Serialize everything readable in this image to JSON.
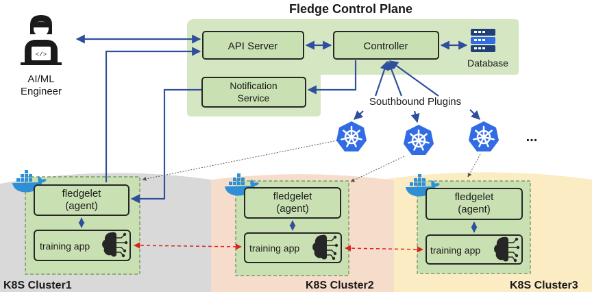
{
  "title": "Fledge Control Plane",
  "user": {
    "label_line1": "AI/ML",
    "label_line2": "Engineer"
  },
  "control_plane": {
    "api_server": "API Server",
    "controller": "Controller",
    "notification_line1": "Notification",
    "notification_line2": "Service",
    "database": "Database"
  },
  "southbound_plugins": "Southbound Plugins",
  "more_indicator": "...",
  "clusters": [
    {
      "name": "K8S Cluster1",
      "agent_line1": "fledgelet",
      "agent_line2": "(agent)",
      "app": "training app"
    },
    {
      "name": "K8S Cluster2",
      "agent_line1": "fledgelet",
      "agent_line2": "(agent)",
      "app": "training app"
    },
    {
      "name": "K8S Cluster3",
      "agent_line1": "fledgelet",
      "agent_line2": "(agent)",
      "app": "training app"
    }
  ],
  "colors": {
    "arrow_blue": "#2f4f9e",
    "panel_green": "#d5e6c2",
    "box_green": "#c9e0b2",
    "k8s_blue": "#326ce5",
    "docker_blue": "#2e8fd6",
    "dashed_red": "#e02020",
    "cluster1_bg": "#d9d9d9",
    "cluster2_bg": "#f6dccb",
    "cluster3_bg": "#fbecc4"
  }
}
